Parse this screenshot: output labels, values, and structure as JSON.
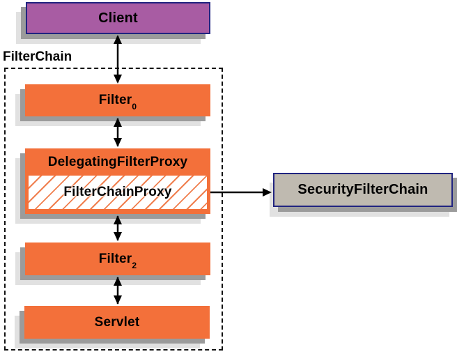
{
  "labels": {
    "filter_chain": "FilterChain"
  },
  "nodes": {
    "client": {
      "label": "Client"
    },
    "filter0": {
      "label": "Filter",
      "subscript": "0"
    },
    "delegating_filter_proxy": {
      "label": "DelegatingFilterProxy"
    },
    "filter_chain_proxy": {
      "label": "FilterChainProxy"
    },
    "filter2": {
      "label": "Filter",
      "subscript": "2"
    },
    "servlet": {
      "label": "Servlet"
    },
    "security_filter_chain": {
      "label": "SecurityFilterChain"
    }
  },
  "edges": [
    {
      "from": "client",
      "to": "filter0",
      "type": "bidirectional"
    },
    {
      "from": "filter0",
      "to": "delegating_filter_proxy",
      "type": "bidirectional"
    },
    {
      "from": "delegating_filter_proxy",
      "to": "filter2",
      "type": "bidirectional"
    },
    {
      "from": "filter2",
      "to": "servlet",
      "type": "bidirectional"
    },
    {
      "from": "filter_chain_proxy",
      "to": "security_filter_chain",
      "type": "directed"
    }
  ],
  "colors": {
    "orange": "#F3703A",
    "purple": "#A85CA3",
    "navy_border": "#202380",
    "gray_fill": "#BFBAB0",
    "shadow_dark": "#9B9B9B",
    "shadow_light": "#E1E1E1",
    "hatch_line": "#F08050",
    "arrow": "#000000"
  }
}
